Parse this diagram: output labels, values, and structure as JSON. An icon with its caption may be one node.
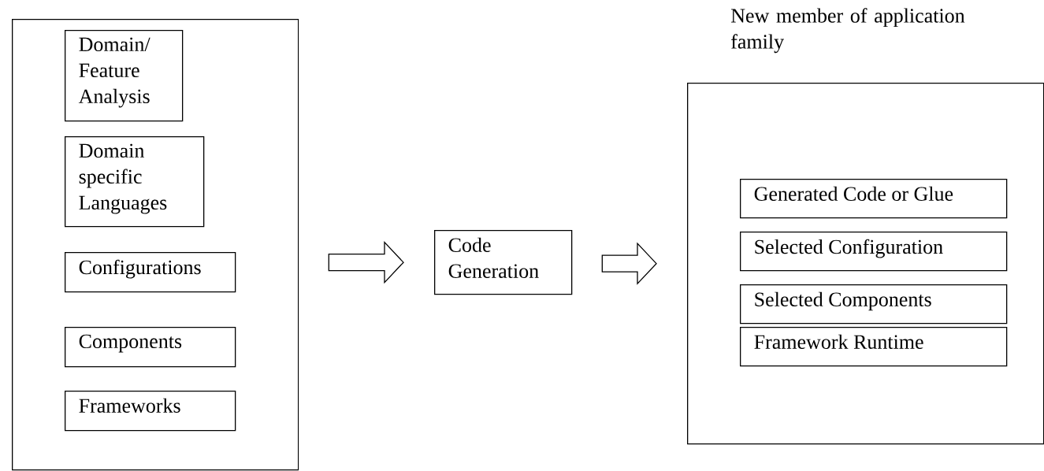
{
  "diagram": {
    "nodes": [
      {
        "text": [],
        "shape": "box"
      },
      {
        "text": [
          "Domain/ Feature Analysis"
        ],
        "in": 0
      },
      {
        "text": [
          "Domain specific Languages"
        ],
        "in": 0
      },
      {
        "text": [
          "Configurations"
        ],
        "in": 0
      },
      {
        "text": [
          "Components"
        ],
        "in": 0
      },
      {
        "text": [
          "Frameworks"
        ],
        "in": 0
      },
      {
        "text": [
          "Code Generation"
        ]
      },
      {
        "text": [
          "New member of application family"
        ]
      },
      {
        "text": [
          "Generated Code or Glue"
        ],
        "in": 7
      },
      {
        "text": [
          "Selected Configuration"
        ],
        "in": 7
      },
      {
        "text": [
          "Selected Components"
        ],
        "in": 7
      },
      {
        "text": [
          "Framework Runtime"
        ],
        "in": 7
      }
    ],
    "edges": [
      {
        "from": 0,
        "to": 6,
        "arrow": "to"
      },
      {
        "from": 6,
        "to": 7,
        "arrow": "to"
      }
    ]
  }
}
